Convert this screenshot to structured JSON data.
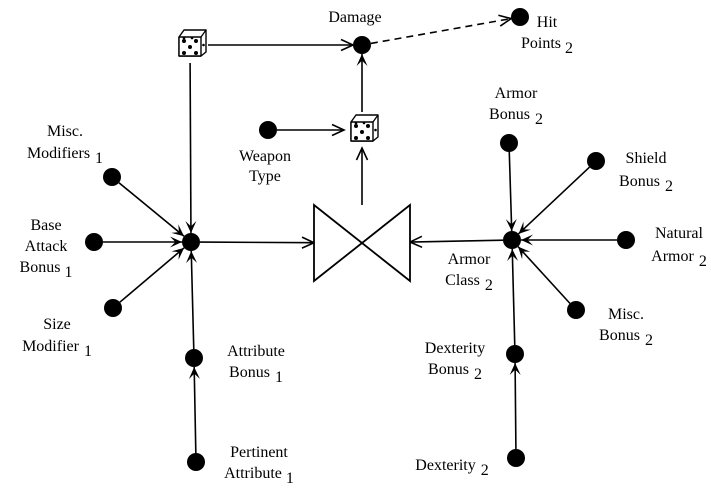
{
  "diagram": {
    "nodes": {
      "damage": {
        "lines": [
          "Damage"
        ]
      },
      "hit_points": {
        "lines": [
          "Hit",
          "Points"
        ],
        "sub": "2"
      },
      "weapon_type": {
        "lines": [
          "Weapon",
          "Type"
        ]
      },
      "misc_mod_1": {
        "lines": [
          "Misc.",
          "Modifiers"
        ],
        "sub": "1"
      },
      "base_attack": {
        "lines": [
          "Base",
          "Attack",
          "Bonus"
        ],
        "sub": "1"
      },
      "size_mod": {
        "lines": [
          "Size",
          "Modifier"
        ],
        "sub": "1"
      },
      "attr_bonus": {
        "lines": [
          "Attribute",
          "Bonus"
        ],
        "sub": "1"
      },
      "pert_attr": {
        "lines": [
          "Pertinent",
          "Attribute"
        ],
        "sub": "1"
      },
      "armor_bonus": {
        "lines": [
          "Armor",
          "Bonus"
        ],
        "sub": "2"
      },
      "shield_bonus": {
        "lines": [
          "Shield",
          "Bonus"
        ],
        "sub": "2"
      },
      "natural_armor": {
        "lines": [
          "Natural",
          "Armor"
        ],
        "sub": "2"
      },
      "armor_class": {
        "lines": [
          "Armor",
          "Class"
        ],
        "sub": "2"
      },
      "misc_bonus_2": {
        "lines": [
          "Misc.",
          "Bonus"
        ],
        "sub": "2"
      },
      "dex_bonus": {
        "lines": [
          "Dexterity",
          "Bonus"
        ],
        "sub": "2"
      },
      "dexterity": {
        "lines": [
          "Dexterity"
        ],
        "sub": "2"
      }
    },
    "edges": [
      {
        "from": "die_top",
        "to": "damage",
        "style": "solid",
        "arrow": "line"
      },
      {
        "from": "damage",
        "to": "hit_points",
        "style": "dashed",
        "arrow": "line"
      },
      {
        "from": "die_top",
        "to": "attack_hub",
        "style": "solid",
        "arrow": "barbed"
      },
      {
        "from": "weapon_type",
        "to": "die_mid",
        "style": "solid",
        "arrow": "line"
      },
      {
        "from": "die_mid",
        "to": "damage",
        "style": "solid",
        "arrow": "barbed"
      },
      {
        "from": "valve",
        "to": "die_mid",
        "style": "solid",
        "arrow": "line"
      },
      {
        "from": "misc_mod_1",
        "to": "attack_hub",
        "style": "solid",
        "arrow": "barbed"
      },
      {
        "from": "base_attack",
        "to": "attack_hub",
        "style": "solid",
        "arrow": "barbed"
      },
      {
        "from": "size_mod",
        "to": "attack_hub",
        "style": "solid",
        "arrow": "barbed"
      },
      {
        "from": "attr_bonus",
        "to": "attack_hub",
        "style": "solid",
        "arrow": "barbed"
      },
      {
        "from": "pert_attr",
        "to": "attr_bonus",
        "style": "solid",
        "arrow": "barbed"
      },
      {
        "from": "attack_hub",
        "to": "valve",
        "style": "solid",
        "arrow": "line"
      },
      {
        "from": "armor_class",
        "to": "valve",
        "style": "solid",
        "arrow": "line"
      },
      {
        "from": "armor_bonus",
        "to": "armor_class",
        "style": "solid",
        "arrow": "barbed"
      },
      {
        "from": "shield_bonus",
        "to": "armor_class",
        "style": "solid",
        "arrow": "barbed"
      },
      {
        "from": "natural_armor",
        "to": "armor_class",
        "style": "solid",
        "arrow": "barbed"
      },
      {
        "from": "misc_bonus_2",
        "to": "armor_class",
        "style": "solid",
        "arrow": "barbed"
      },
      {
        "from": "dex_bonus",
        "to": "armor_class",
        "style": "solid",
        "arrow": "barbed"
      },
      {
        "from": "dexterity",
        "to": "dex_bonus",
        "style": "solid",
        "arrow": "barbed"
      }
    ]
  }
}
